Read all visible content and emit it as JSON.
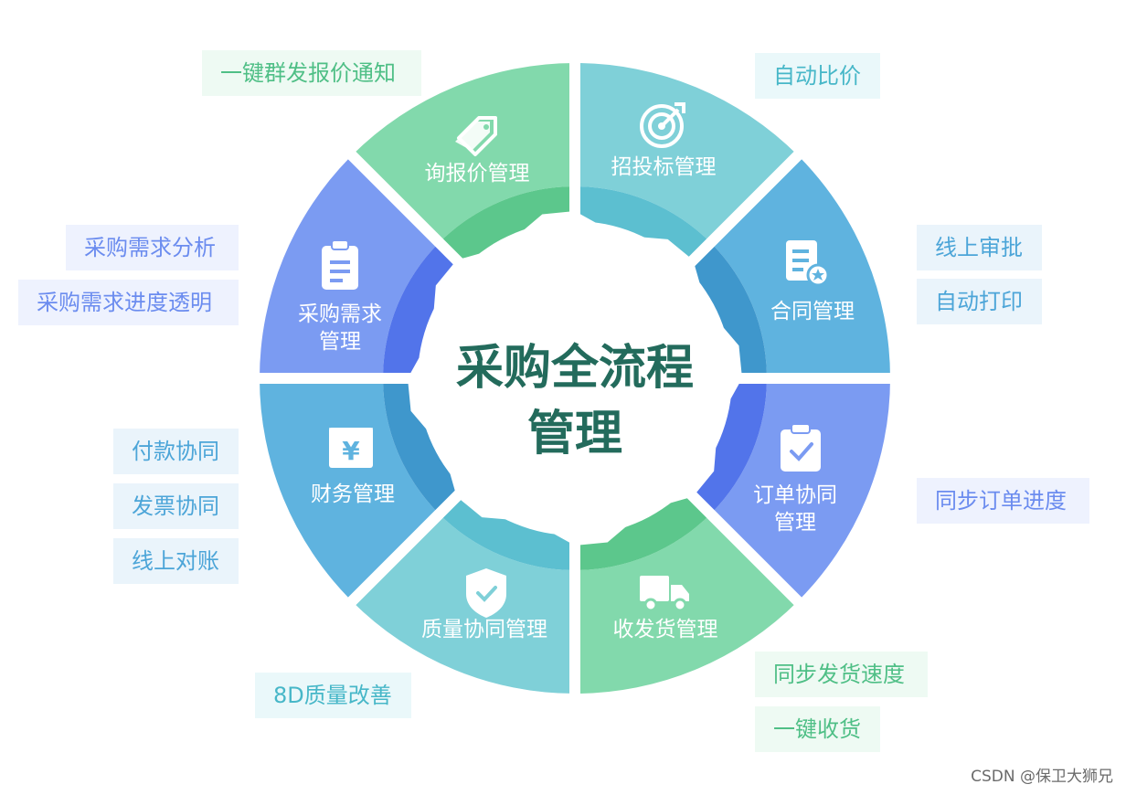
{
  "center": {
    "line1": "采购全流程",
    "line2": "管理"
  },
  "colors": {
    "green": "#82d9ac",
    "green_ring": "#5cc78c",
    "teal": "#7fd0d8",
    "teal_ring": "#5cbfd0",
    "blue": "#5fb3df",
    "blue_ring": "#3f97cc",
    "indigo": "#7b9bf2",
    "indigo_ring": "#5274ea",
    "center_text": "#236b5c"
  },
  "segments": [
    {
      "id": "rfq",
      "lines": [
        "询报价管理"
      ],
      "icon": "price-tag-icon",
      "color": "green"
    },
    {
      "id": "bidding",
      "lines": [
        "招投标管理"
      ],
      "icon": "target-icon",
      "color": "teal"
    },
    {
      "id": "contract",
      "lines": [
        "合同管理"
      ],
      "icon": "contract-document-icon",
      "color": "blue"
    },
    {
      "id": "order",
      "lines": [
        "订单协同",
        "管理"
      ],
      "icon": "clipboard-check-icon",
      "color": "indigo"
    },
    {
      "id": "receiving",
      "lines": [
        "收发货管理"
      ],
      "icon": "delivery-truck-icon",
      "color": "green"
    },
    {
      "id": "quality",
      "lines": [
        "质量协同管理"
      ],
      "icon": "shield-check-icon",
      "color": "teal"
    },
    {
      "id": "finance",
      "lines": [
        "财务管理"
      ],
      "icon": "yen-register-icon",
      "color": "blue"
    },
    {
      "id": "requirement",
      "lines": [
        "采购需求",
        "管理"
      ],
      "icon": "clipboard-list-icon",
      "color": "indigo"
    }
  ],
  "tags": {
    "rfq": [
      "一键群发报价通知"
    ],
    "bidding": [
      "自动比价"
    ],
    "contract": [
      "线上审批",
      "自动打印"
    ],
    "order": [
      "同步订单进度"
    ],
    "receiving": [
      "同步发货速度",
      "一键收货"
    ],
    "quality": [
      "8D质量改善"
    ],
    "finance": [
      "付款协同",
      "发票协同",
      "线上对账"
    ],
    "requirement": [
      "采购需求分析",
      "采购需求进度透明"
    ]
  },
  "watermark": "CSDN @保卫大狮兄"
}
